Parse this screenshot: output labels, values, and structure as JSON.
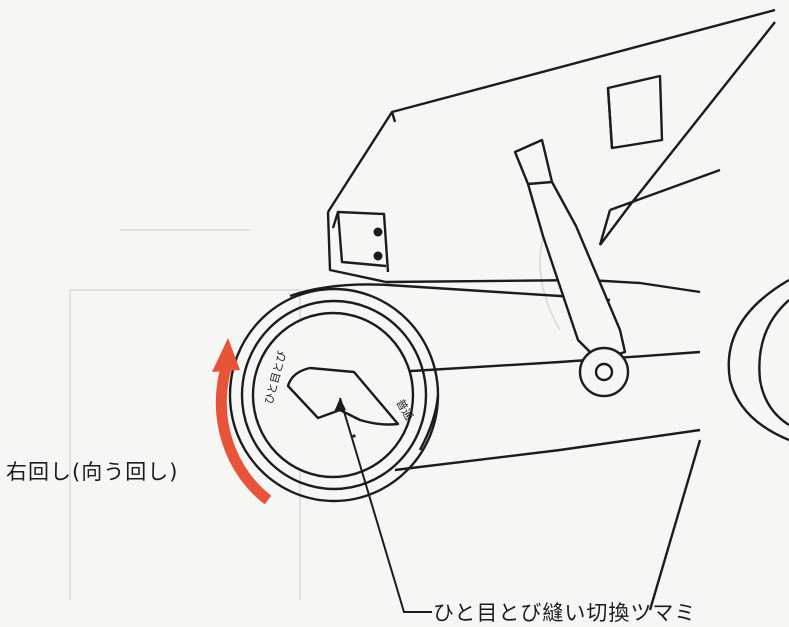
{
  "labels": {
    "rotation_direction": "右回し(向う回し)",
    "knob_name": "ひと目とび縫い切換ツマミ"
  },
  "dial": {
    "left_mark": "ひと目とび",
    "right_mark": "普通"
  },
  "colors": {
    "line": "#1c1c1c",
    "arrow": "#e8533a",
    "background": "#f6f6f4",
    "faint": "#d8d8d6"
  }
}
